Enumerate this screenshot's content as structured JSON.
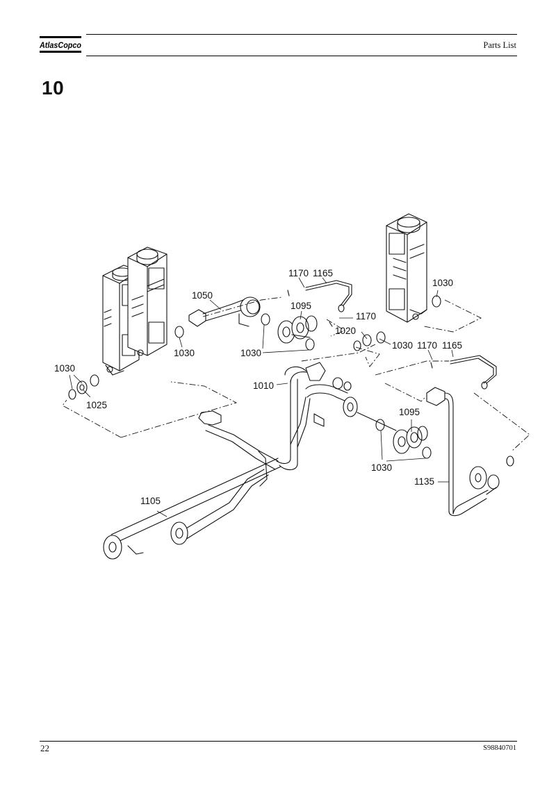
{
  "header": {
    "logo_text": "AtlasCopco",
    "doc_type": "Parts List"
  },
  "section": {
    "number": "10"
  },
  "diagram": {
    "callouts": {
      "c1170a": "1170",
      "c1165a": "1165",
      "c1050": "1050",
      "c1095a": "1095",
      "c1030a": "1030",
      "c1030b": "1030",
      "c1030c": "1030",
      "c1030d": "1030",
      "c1030e": "1030",
      "c1030f": "1030",
      "c1025": "1025",
      "c1170b": "1170",
      "c1020": "1020",
      "c1170c": "1170",
      "c1165b": "1165",
      "c1010": "1010",
      "c1095b": "1095",
      "c1135": "1135",
      "c1105": "1105"
    }
  },
  "footer": {
    "page_number": "22",
    "doc_id": "S98840701"
  }
}
